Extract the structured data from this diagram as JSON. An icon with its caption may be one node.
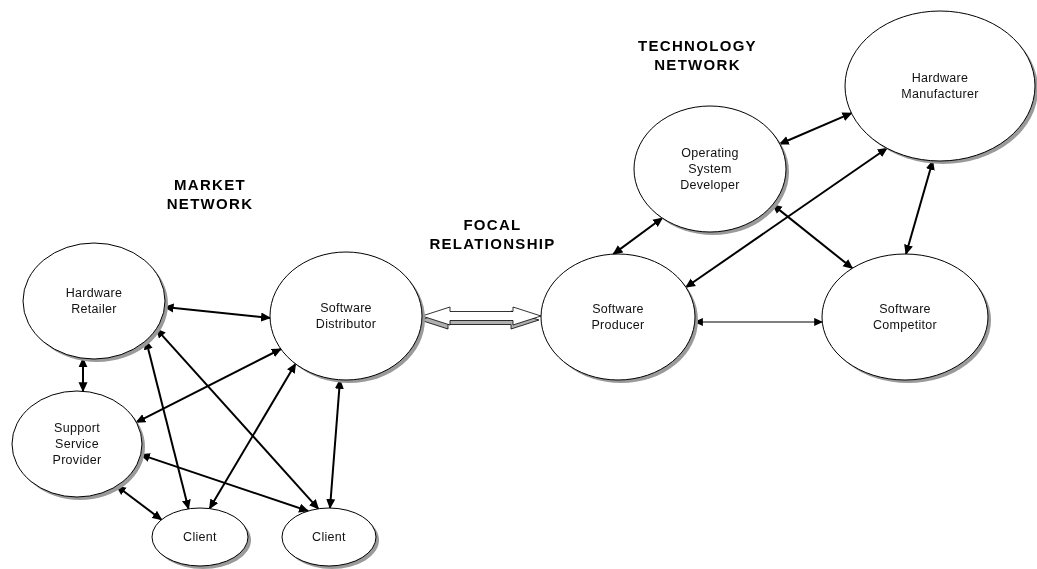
{
  "diagram": {
    "nodes": [
      {
        "text": [
          "Hardware Retailer"
        ]
      },
      {
        "text": [
          "Software Distributor"
        ]
      },
      {
        "text": [
          "Support Service Provider"
        ]
      },
      {
        "text": [
          "Client"
        ]
      },
      {
        "text": [
          "Client"
        ]
      },
      {
        "text": [
          "Software Producer"
        ]
      },
      {
        "text": [
          "Operating System Developer"
        ]
      },
      {
        "text": [
          "Hardware Manufacturer"
        ]
      },
      {
        "text": [
          "Software Competitor"
        ]
      }
    ],
    "edges": [
      {
        "from": 0,
        "to": 1,
        "arrow": "both"
      },
      {
        "from": 0,
        "to": 2,
        "arrow": "both"
      },
      {
        "from": 0,
        "to": 3,
        "arrow": "both"
      },
      {
        "from": 0,
        "to": 4,
        "arrow": "both"
      },
      {
        "from": 1,
        "to": 2,
        "arrow": "both"
      },
      {
        "from": 1,
        "to": 3,
        "arrow": "both"
      },
      {
        "from": 1,
        "to": 4,
        "arrow": "both"
      },
      {
        "from": 2,
        "to": 3,
        "arrow": "both"
      },
      {
        "from": 2,
        "to": 4,
        "arrow": "both"
      },
      {
        "from": 1,
        "to": 5,
        "arrow": "both",
        "style": "thick"
      },
      {
        "from": 5,
        "to": 6,
        "arrow": "both"
      },
      {
        "from": 5,
        "to": 7,
        "arrow": "both"
      },
      {
        "from": 5,
        "to": 8,
        "arrow": "both"
      },
      {
        "from": 6,
        "to": 7,
        "arrow": "both"
      },
      {
        "from": 6,
        "to": 8,
        "arrow": "both"
      },
      {
        "from": 7,
        "to": 8,
        "arrow": "both"
      }
    ],
    "labels": [
      "TECHNOLOGY NETWORK",
      "MARKET NETWORK",
      "FOCAL RELATIONSHIP"
    ]
  }
}
